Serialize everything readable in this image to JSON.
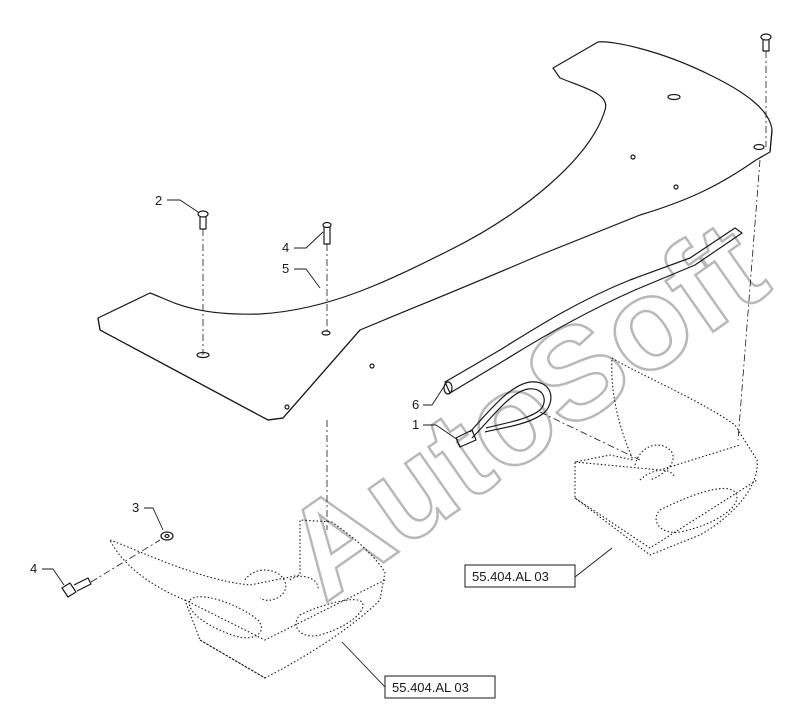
{
  "watermark": "AutoSoft",
  "callouts": [
    {
      "id": "c1",
      "label": "1"
    },
    {
      "id": "c2",
      "label": "2"
    },
    {
      "id": "c3",
      "label": "3"
    },
    {
      "id": "c4a",
      "label": "4"
    },
    {
      "id": "c4b",
      "label": "4"
    },
    {
      "id": "c5",
      "label": "5"
    },
    {
      "id": "c6",
      "label": "6"
    }
  ],
  "references": [
    {
      "id": "ref-right",
      "label": "55.404.AL 03"
    },
    {
      "id": "ref-left",
      "label": "55.404.AL 03"
    }
  ]
}
